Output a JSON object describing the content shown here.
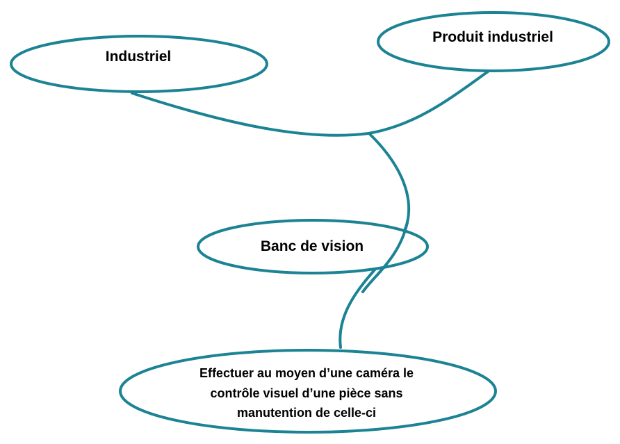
{
  "diagram": {
    "type": "interaction-diagram",
    "stroke_color": "#1b8394",
    "nodes": {
      "industriel": {
        "label": "Industriel"
      },
      "produit": {
        "label": "Produit industriel"
      },
      "banc": {
        "label": "Banc de vision"
      },
      "fonction": {
        "lines": [
          "Effectuer au moyen d’une caméra le",
          "contrôle visuel d’une pièce sans",
          "manutention de celle-ci"
        ]
      }
    },
    "edges": [
      {
        "from": "industriel",
        "to": "produit"
      },
      {
        "from": "industriel-produit",
        "to": "fonction",
        "via": "banc"
      }
    ]
  }
}
